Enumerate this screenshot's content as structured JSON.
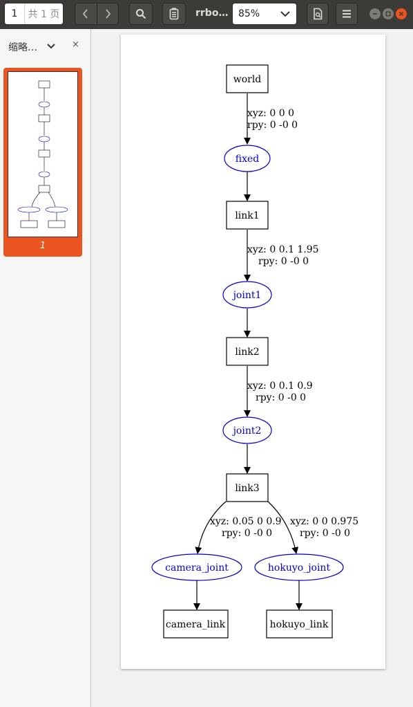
{
  "toolbar": {
    "page_current": "1",
    "page_total": "共 1 页",
    "doc_title": "rrbo…",
    "zoom_value": "85%",
    "icons": [
      "chevron-left-icon",
      "chevron-right-icon",
      "search-icon",
      "annotate-icon",
      "zoom-dropdown-chevron-icon",
      "print-icon",
      "menu-icon",
      "minimize-icon",
      "maximize-icon",
      "close-icon"
    ]
  },
  "sidebar": {
    "title": "缩略…",
    "close_label": "×",
    "thumb_page_number": "1"
  },
  "graph": {
    "nodes": {
      "world": "world",
      "fixed": "fixed",
      "link1": "link1",
      "joint1": "joint1",
      "link2": "link2",
      "joint2": "joint2",
      "link3": "link3",
      "camera_joint": "camera_joint",
      "hokuyo_joint": "hokuyo_joint",
      "camera_link": "camera_link",
      "hokuyo_link": "hokuyo_link"
    },
    "edges": {
      "world_fixed_xyz": "xyz: 0 0 0",
      "world_fixed_rpy": "rpy: 0 -0 0",
      "link1_joint1_xyz": "xyz: 0 0.1 1.95",
      "link1_joint1_rpy": "rpy: 0 -0 0",
      "link2_joint2_xyz": "xyz: 0 0.1 0.9",
      "link2_joint2_rpy": "rpy: 0 -0 0",
      "link3_camera_xyz": "xyz: 0.05 0 0.9",
      "link3_camera_rpy": "rpy: 0 -0 0",
      "link3_hokuyo_xyz": "xyz: 0 0 0.975",
      "link3_hokuyo_rpy": "rpy: 0 -0 0"
    }
  },
  "colors": {
    "joint_color": "#0000cc",
    "accent": "#e95420",
    "header_bg": "#3c3b37"
  }
}
